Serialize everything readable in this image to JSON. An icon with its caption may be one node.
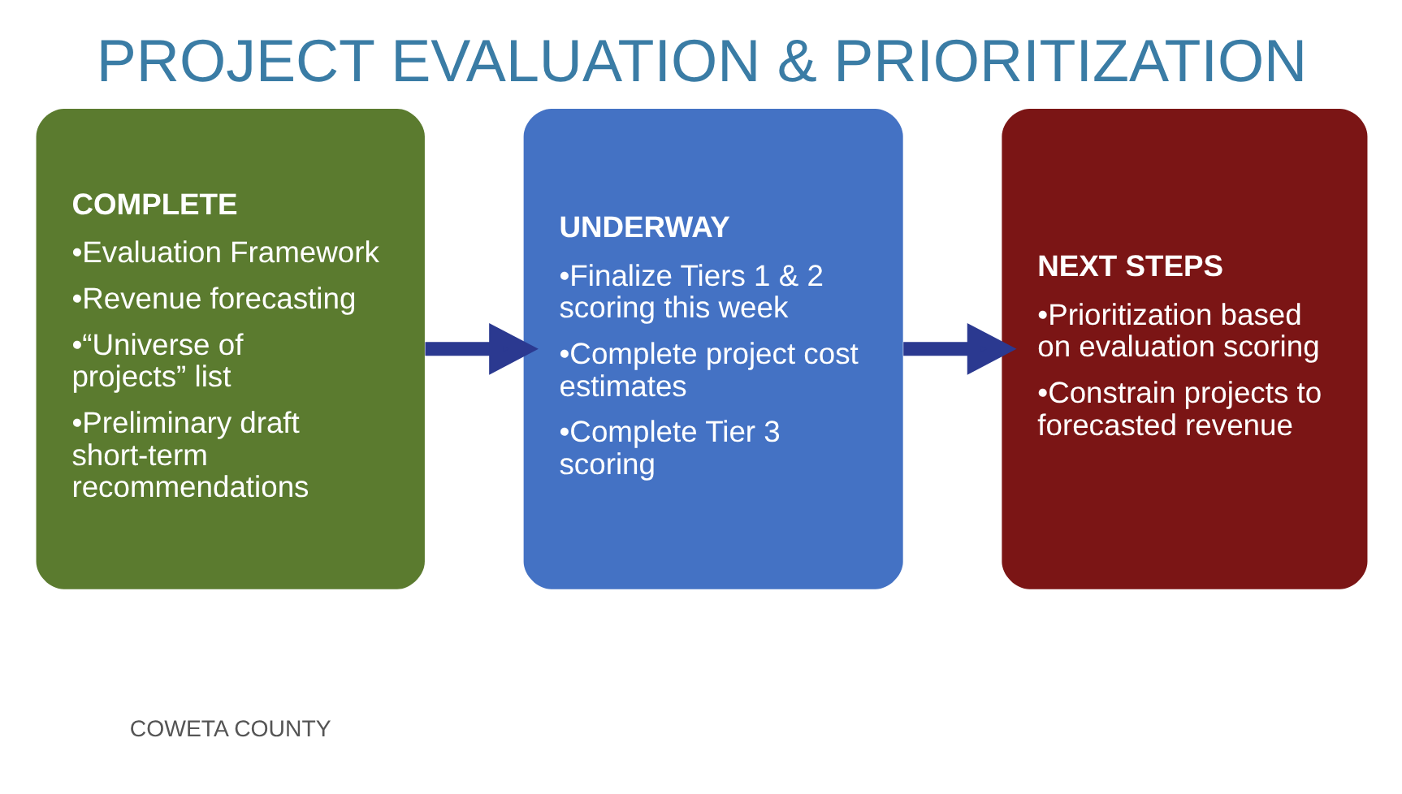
{
  "diagram": {
    "title": "PROJECT EVALUATION & PRIORITIZATION",
    "nodes": [
      {
        "text": [
          "COMPLETE",
          "•Evaluation Framework",
          "•Revenue forecasting",
          "•“Universe of projects” list",
          "•Preliminary draft short-term recommendations"
        ]
      },
      {
        "text": [
          "UNDERWAY",
          "•Finalize Tiers 1 & 2 scoring this week",
          "•Complete project cost estimates",
          "•Complete Tier 3 scoring"
        ]
      },
      {
        "text": [
          "NEXT STEPS",
          "•Prioritization based on evaluation scoring",
          "•Constrain projects to forecasted revenue"
        ]
      }
    ],
    "edges": [
      {
        "from": 0,
        "to": 1,
        "arrow": "to"
      },
      {
        "from": 1,
        "to": 2,
        "arrow": "to"
      }
    ],
    "labels": [
      "COWETA COUNTY"
    ]
  }
}
